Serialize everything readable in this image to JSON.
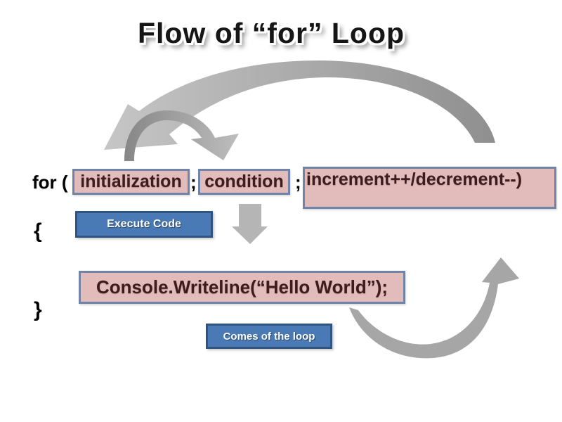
{
  "title": "Flow of “for” Loop",
  "code_line": {
    "prefix": "for (",
    "separator": ";",
    "boxes": [
      {
        "label": "initialization"
      },
      {
        "label": "condition"
      },
      {
        "label": "increment++/decrement--)"
      }
    ]
  },
  "body_block": {
    "open_brace": "{",
    "close_brace": "}",
    "statement": "Console.Writeline(“Hello World”);"
  },
  "buttons": {
    "execute": "Execute Code",
    "loop_exit": "Comes of the loop"
  },
  "icons": {
    "loop_back_arrow": "large curved arrow from increment back to initialization",
    "init_to_condition_arrow": "small arch arrow from initialization to condition",
    "condition_down_arrow": "down arrow from condition to loop body",
    "loop_return_arrow": "curved arrow from loop exit up to increment"
  },
  "colors": {
    "background": "#ffffff",
    "token_box_fill": "#e2bcba",
    "token_box_border": "#6f84a8",
    "token_text": "#3e1c1e",
    "button_fill": "#4a7ab5",
    "button_border": "#2f5480",
    "button_text": "#ffffff",
    "code_text": "#000000",
    "arrow_gray_dark": "#8f8f8f",
    "arrow_gray_light": "#c6c6c6"
  }
}
